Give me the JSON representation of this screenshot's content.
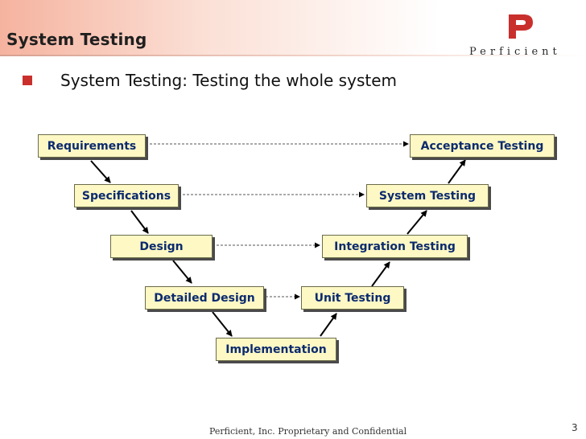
{
  "header": {
    "title": "System Testing"
  },
  "logo": {
    "mark_letter": "P",
    "wordmark": "Perficient"
  },
  "bullet": {
    "text": "System Testing: Testing the whole system"
  },
  "diagram": {
    "left_nodes": [
      "Requirements",
      "Specifications",
      "Design",
      "Detailed Design"
    ],
    "bottom_node": "Implementation",
    "right_nodes": [
      "Unit Testing",
      "Integration Testing",
      "System Testing",
      "Acceptance Testing"
    ]
  },
  "footer": {
    "text": "Perficient, Inc. Proprietary and Confidential",
    "page": "3"
  },
  "colors": {
    "box_fill": "#fdf8c4",
    "box_text": "#0b2a6e",
    "bullet": "#c9302c",
    "logo_red": "#c9302c"
  }
}
